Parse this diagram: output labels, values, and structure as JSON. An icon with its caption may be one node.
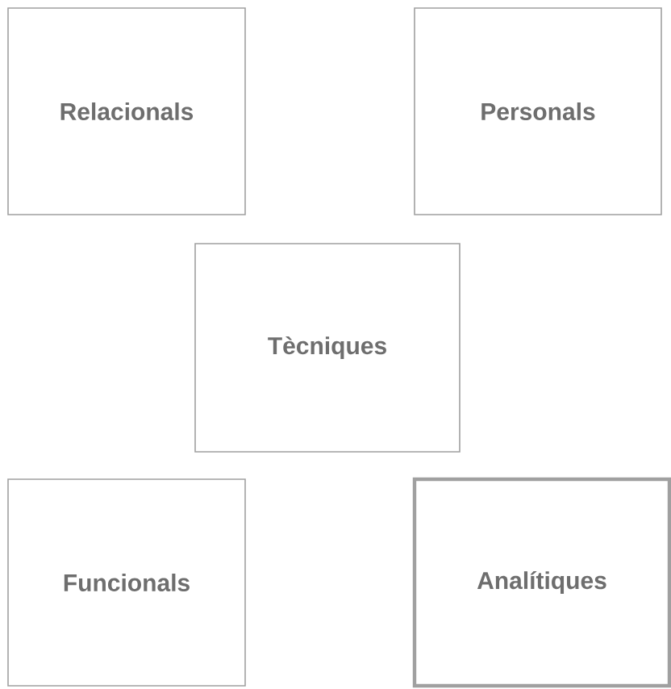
{
  "diagram": {
    "nodes": [
      {
        "text": [
          "Relacionals"
        ]
      },
      {
        "text": [
          "Personals"
        ]
      },
      {
        "text": [
          "Tècniques"
        ]
      },
      {
        "text": [
          "Funcionals"
        ]
      },
      {
        "text": [
          "Analítiques"
        ]
      }
    ]
  }
}
